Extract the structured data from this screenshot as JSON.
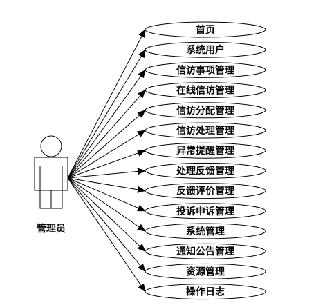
{
  "actor": {
    "name": "管理员"
  },
  "use_cases": [
    {
      "label": "首页"
    },
    {
      "label": "系统用户"
    },
    {
      "label": "信访事项管理"
    },
    {
      "label": "在线信访管理"
    },
    {
      "label": "信访分配管理"
    },
    {
      "label": "信访处理管理"
    },
    {
      "label": "异常提醒管理"
    },
    {
      "label": "处理反馈管理"
    },
    {
      "label": "反馈评价管理"
    },
    {
      "label": "投诉申诉管理"
    },
    {
      "label": "系统管理"
    },
    {
      "label": "通知公告管理"
    },
    {
      "label": "资源管理"
    },
    {
      "label": "操作日志"
    }
  ]
}
